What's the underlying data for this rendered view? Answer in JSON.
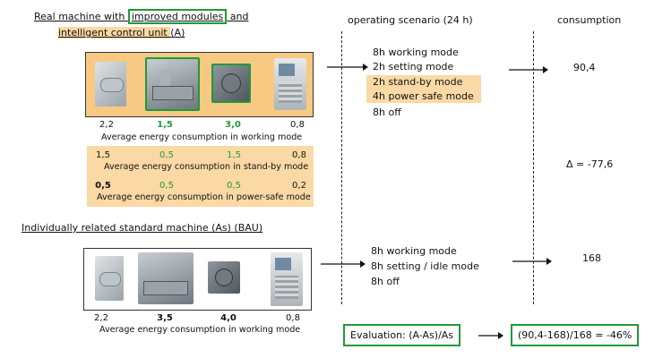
{
  "headers": {
    "title_a_part1": "Real machine  with ",
    "title_a_part2": "improved modules",
    "title_a_part3": " and",
    "title_a_line2": "intelligent control unit ",
    "title_a_line2b": "(A)",
    "scenario": "operating scenario (24 h)",
    "consumption": "consumption"
  },
  "machine_a": {
    "values_working": [
      "2,2",
      "1,5",
      "3,0",
      "0,8"
    ],
    "label_working": "Average energy consumption in working mode",
    "values_standby": [
      "1,5",
      "0,5",
      "1,5",
      "0,8"
    ],
    "label_standby": "Average energy consumption in stand-by mode",
    "values_powersafe": [
      "0,5",
      "0,5",
      "0,5",
      "0,2"
    ],
    "label_powersafe": "Average energy consumption in power-safe mode"
  },
  "scenario_a": [
    "8h working mode",
    "2h setting mode",
    "2h stand-by mode",
    "4h power safe mode",
    "8h off"
  ],
  "consumption_a": "90,4",
  "delta": "Δ = -77,6",
  "title_as": "Individually related standard machine (As) (BAU)",
  "machine_as": {
    "values_working": [
      "2,2",
      "3,5",
      "4,0",
      "0,8"
    ],
    "label_working": "Average energy consumption in working mode"
  },
  "scenario_as": [
    "8h working mode",
    "8h setting / idle mode",
    "8h off"
  ],
  "consumption_as": "168",
  "evaluation": "Evaluation: (A-As)/As",
  "result": "(90,4-168)/168 = -46%",
  "colors": {
    "highlight": "#fbd9a4",
    "green": "#1f9a3a"
  },
  "icons": [
    "spindle-motor-icon",
    "machine-bed-icon",
    "gear-motor-icon",
    "control-cabinet-icon"
  ]
}
